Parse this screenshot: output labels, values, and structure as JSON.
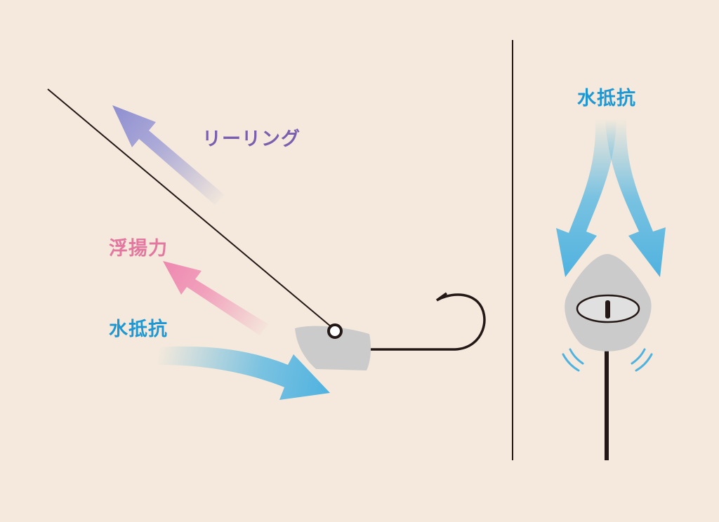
{
  "labels": {
    "reeling": "リーリング",
    "buoyancy": "浮揚力",
    "water_resistance_left": "水抵抗",
    "water_resistance_right": "水抵抗"
  },
  "colors": {
    "background": "#f4e9dc",
    "reeling": "#7a5fae",
    "buoyancy": "#e4779f",
    "water_resistance": "#1d98d4",
    "jig_head": "#c9c9c9",
    "line": "#231815"
  }
}
